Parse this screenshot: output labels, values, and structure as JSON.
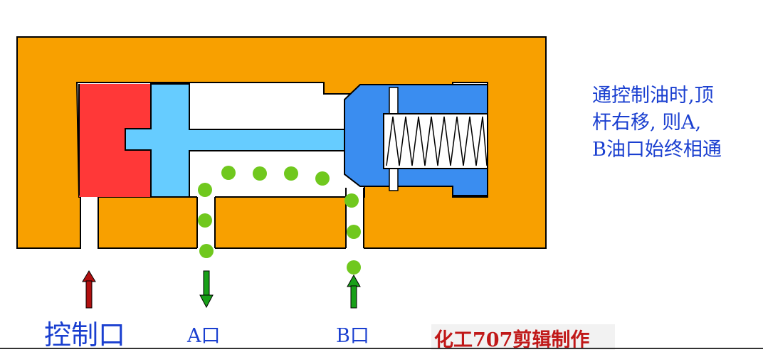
{
  "description": {
    "lines": [
      "通控制油时,顶",
      "杆右移, 则A,",
      "B油口始终相通"
    ]
  },
  "ports": {
    "control_label": "控制口",
    "a_label": "A口",
    "b_label": "B口"
  },
  "watermark": "化工707剪辑制作",
  "colors": {
    "body": "#f8a000",
    "control_piston": "#ff3838",
    "push_rod": "#66ccff",
    "poppet": "#3a8df0",
    "oil_dot": "#70c81e",
    "arrow_red": "#b01010",
    "arrow_green": "#18a018",
    "text": "#1a3fd0",
    "watermark_text": "#c01818"
  }
}
